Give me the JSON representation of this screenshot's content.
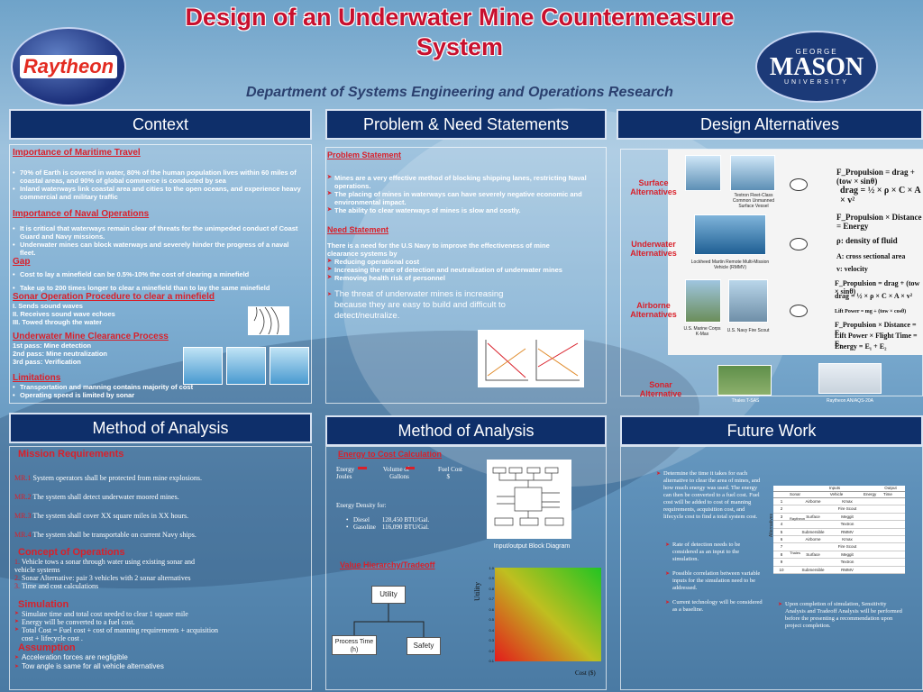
{
  "header": {
    "title_line1": "Design of an Underwater Mine Countermeasure",
    "title_line2": "System",
    "department": "Department of Systems Engineering and Operations Research",
    "raytheon_logo": "Raytheon",
    "gmu_logo": {
      "george": "GEORGE",
      "mason": "MASON",
      "university": "UNIVERSITY"
    }
  },
  "sections": {
    "context": "Context",
    "problem": "Problem & Need Statements",
    "design": "Design Alternatives",
    "method_left": "Method of Analysis",
    "method_mid": "Method of Analysis",
    "future": "Future Work"
  },
  "context": {
    "maritime_h": "Importance of Maritime Travel",
    "maritime": [
      "70% of Earth is covered in water, 80% of the human population lives within 60 miles of coastal areas, and 90% of global commerce is conducted by sea",
      "Inland waterways link coastal area and cities to the open oceans, and experience heavy commercial and military traffic"
    ],
    "naval_h": "Importance of Naval Operations",
    "naval": [
      "It is critical that waterways remain clear of threats for the unimpeded conduct of Coast Guard and Navy missions.",
      "Underwater mines can block waterways and severely hinder the progress of a naval fleet."
    ],
    "gap_h": "Gap",
    "gap": [
      "Cost to lay a minefield can be 0.5%-10% the cost of clearing a minefield",
      "Take up to 200 times longer to clear a minefield than to lay the same minefield"
    ],
    "sonar_h": "Sonar Operation Procedure to clear a minefield",
    "sonar": [
      "I.   Sends sound waves",
      "II.  Receives sound wave echoes",
      "III. Towed through the water"
    ],
    "umc_h": "Underwater Mine Clearance Process",
    "umc": [
      "1st pass: Mine detection",
      "2nd pass: Mine neutralization",
      "3rd pass: Verification"
    ],
    "limit_h": "Limitations",
    "limit": [
      "Transportation and manning contains majority of cost",
      "Operating speed is limited by sonar"
    ]
  },
  "problem": {
    "ps_h": "Problem Statement",
    "ps": [
      "Mines are a very effective method of blocking shipping lanes, restricting Naval operations.",
      "The placing of mines in waterways can have severely negative economic and environmental impact.",
      "The ability to clear waterways of mines is slow and costly."
    ],
    "ns_h": "Need Statement",
    "ns_intro": "There is a need for the U.S Navy to improve the effectiveness of mine clearance systems by",
    "ns": [
      "Reducing operational cost",
      "Increasing the rate of detection and neutralization of underwater mines",
      "Removing health risk of personnel"
    ],
    "threat": "The threat of underwater mines is increasing because they are easy to build and difficult to detect/neutralize."
  },
  "design": {
    "surface": "Surface Alternatives",
    "underwater": "Underwater Alternatives",
    "airborne": "Airborne Alternatives",
    "sonar": "Sonar Alternative",
    "cap_surface": "Textron Fleet-Class Common Unmanned Surface Vessel",
    "cap_underwater": "Lockheed Martin Remote Multi-Mission Vehicle (RMMV)",
    "cap_air1": "U.S. Marine Corps K-Max",
    "cap_air2": "U.S. Navy Fire Scout",
    "cap_sonar1": "Thales T-SAS",
    "cap_sonar2": "Raytheon AN/AQS-20A",
    "eq1": "F_Propulsion = drag + (tow × sinθ)",
    "eq2": "drag = ½ × ρ × C × A × v²",
    "eq3": "F_Propulsion × Distance = Energy",
    "legend1": "ρ: density of fluid",
    "legend2": "A: cross sectional area",
    "legend3": "v: velocity",
    "eq4": "F_Propulsion = drag + (tow × sinθ)",
    "eq5": "drag = ½ × ρ × C × A × v²",
    "eq6": "Lift Power = mg + (tow × cosθ)",
    "eq7": "F_Propulsion × Distance = E₁",
    "eq8": "Lift Power × Flight Time = E₂",
    "eq9": "Energy = E₁ + E₂"
  },
  "method_left": {
    "mr_h": "Mission Requirements",
    "mr": [
      {
        "id": "MR.1",
        "text": "System operators shall be protected from mine explosions."
      },
      {
        "id": "MR.2",
        "text": "The system shall detect underwater moored mines."
      },
      {
        "id": "MR.3",
        "text": "The system shall cover XX square miles in XX hours."
      },
      {
        "id": "MR.4",
        "text": "The system shall be transportable on current Navy ships."
      }
    ],
    "co_h": "Concept of Operations",
    "co": [
      "Vehicle tows a sonar through water using existing sonar and vehicle systems",
      "Sonar Alternative: pair 3 vehicles with 2 sonar alternatives",
      "Time and cost calculations"
    ],
    "sim_h": "Simulation",
    "sim": [
      "Simulate time and total cost needed to clear 1 square mile",
      "Energy will be converted to a fuel cost.",
      "Total Cost = Fuel cost + cost of manning requirements + acquisition cost + lifecycle cost ."
    ],
    "as_h": "Assumption",
    "as": [
      "Acceleration forces are negligible",
      "Tow angle is same for all vehicle alternatives"
    ]
  },
  "method_mid": {
    "ec_h": "Energy to Cost Calculation",
    "ec_row1": [
      "Energy",
      "Volume of",
      "Fuel Cost"
    ],
    "ec_row2": [
      "Joules",
      "Gallons",
      "$"
    ],
    "density_h": "Energy Density for:",
    "density": [
      {
        "fuel": "Diesel",
        "val": "128,450 BTU/Gal."
      },
      {
        "fuel": "Gasoline",
        "val": "116,090 BTU/Gal."
      }
    ],
    "io_caption": "Input/output Block Diagram",
    "vh_h": "Value Hierarchy/Tradeoff",
    "vh_root": "Utility",
    "vh_left": "Process Time (h)",
    "vh_right": "Safety",
    "tradeoff_y": "Utility",
    "tradeoff_x": "Cost ($)",
    "tradeoff_ticks": [
      "1.0",
      "0.9",
      "0.8",
      "0.7",
      "0.6",
      "0.5",
      "0.4",
      "0.3",
      "0.2",
      "0.1"
    ]
  },
  "future": {
    "main": "Determine the time it takes for each alternative to clear the area of mines, and how much energy was used. The energy can then be converted to a fuel cost. Fuel cost will be added to cost of manning requirements, acquisition cost, and lifecycle cost to find a total system cost.",
    "sub": [
      "Rate of detection needs to be considered as an input to the simulation.",
      "Possible correlation between variable inputs for the simulation need to be addressed.",
      "Current technology will be considered as a baseline."
    ],
    "last": "Upon completion of simulation, Sensitivity Analysis and Tradeoff Analysis will be performed before the presenting a recommendation upon project completion.",
    "table": {
      "head1": [
        "",
        "",
        "Inputs",
        "",
        "Output"
      ],
      "head2": [
        "",
        "Sonar",
        "Vehicle",
        "Energy",
        "Time"
      ],
      "rows": [
        [
          "1",
          "Airborne",
          "Kmax"
        ],
        [
          "2",
          "",
          "Fire Scout"
        ],
        [
          "3",
          "Surface",
          "Meggit"
        ],
        [
          "4",
          "",
          "Textron"
        ],
        [
          "5",
          "Submersible",
          "RMMV"
        ],
        [
          "6",
          "Airborne",
          "Kmax"
        ],
        [
          "7",
          "",
          "Fire Scout"
        ],
        [
          "8",
          "Surface",
          "Meggit"
        ],
        [
          "9",
          "",
          "Textron"
        ],
        [
          "10",
          "Submersible",
          "RMMV"
        ]
      ],
      "sonar_a": "Raytheon",
      "sonar_b": "Thales",
      "side": "Alternatives"
    }
  },
  "colors": {
    "accent_red": "#d9202a",
    "header_navy": "#0e2f6a",
    "title_red": "#c8102e"
  }
}
